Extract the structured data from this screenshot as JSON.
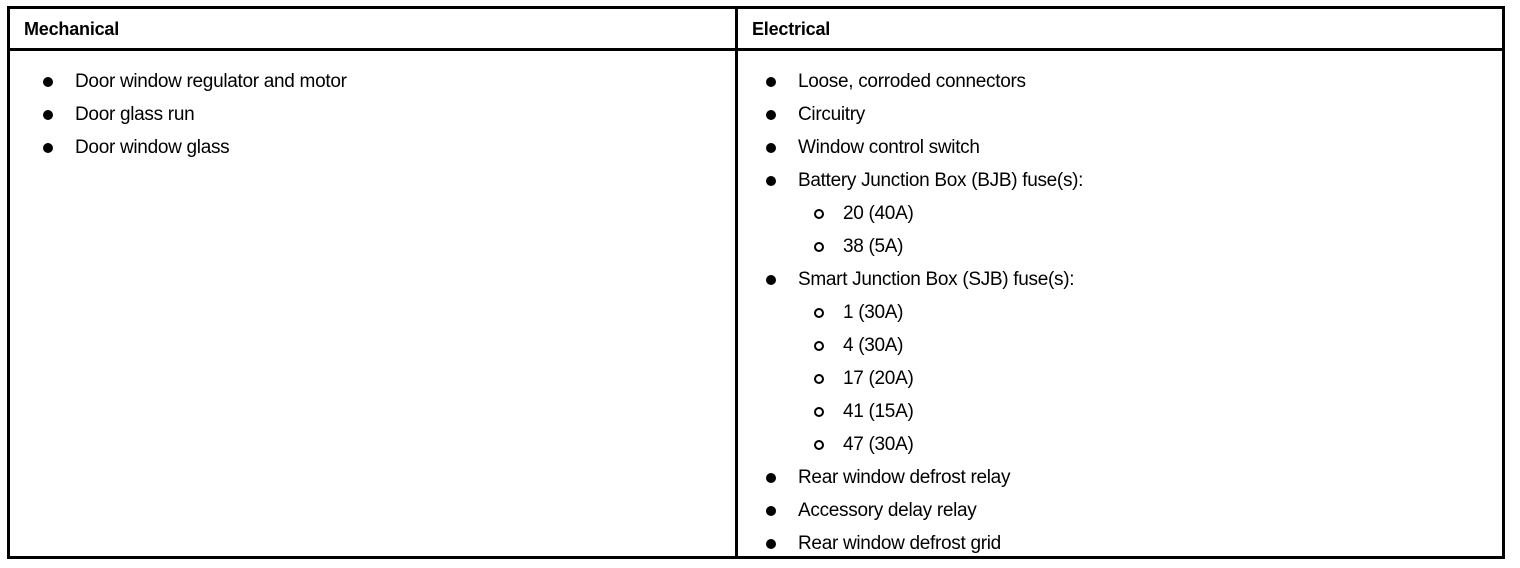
{
  "table": {
    "columns": [
      {
        "id": "mechanical",
        "header": "Mechanical",
        "items": [
          {
            "level": 1,
            "text": "Door window regulator and motor"
          },
          {
            "level": 1,
            "text": "Door glass run"
          },
          {
            "level": 1,
            "text": "Door window glass"
          }
        ]
      },
      {
        "id": "electrical",
        "header": "Electrical",
        "items": [
          {
            "level": 1,
            "text": "Loose, corroded connectors"
          },
          {
            "level": 1,
            "text": "Circuitry"
          },
          {
            "level": 1,
            "text": "Window control switch"
          },
          {
            "level": 1,
            "text": "Battery Junction Box (BJB) fuse(s):"
          },
          {
            "level": 2,
            "text": "20 (40A)"
          },
          {
            "level": 2,
            "text": "38 (5A)"
          },
          {
            "level": 1,
            "text": "Smart Junction Box (SJB) fuse(s):"
          },
          {
            "level": 2,
            "text": "1 (30A)"
          },
          {
            "level": 2,
            "text": "4 (30A)"
          },
          {
            "level": 2,
            "text": "17 (20A)"
          },
          {
            "level": 2,
            "text": "41 (15A)"
          },
          {
            "level": 2,
            "text": "47 (30A)"
          },
          {
            "level": 1,
            "text": "Rear window defrost relay"
          },
          {
            "level": 1,
            "text": "Accessory delay relay"
          },
          {
            "level": 1,
            "text": "Rear window defrost grid"
          }
        ]
      }
    ]
  },
  "style": {
    "border_color": "#000000",
    "text_color": "#000000",
    "background": "#ffffff"
  }
}
